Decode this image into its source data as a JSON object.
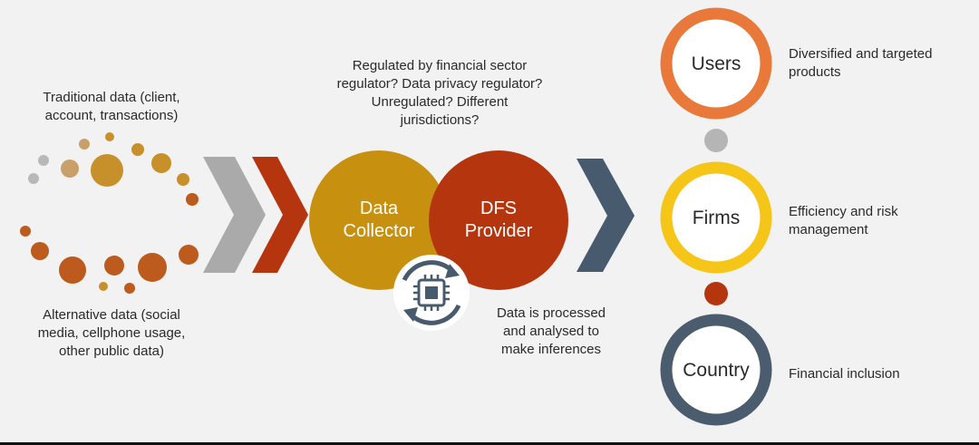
{
  "labels": {
    "traditional_data": "Traditional data (client,\naccount, transactions)",
    "alternative_data": "Alternative data (social\nmedia, cellphone usage,\nother public data)",
    "regulation_question": "Regulated by financial sector\nregulator? Data privacy regulator?\nUnregulated? Different\njurisdictions?",
    "processing": "Data is processed\nand analysed to\nmake inferences"
  },
  "center_circles": {
    "collector": {
      "line1": "Data",
      "line2": "Collector",
      "color": "#c8900f"
    },
    "provider": {
      "line1": "DFS",
      "line2": "Provider",
      "color": "#b5350f"
    }
  },
  "outcomes": [
    {
      "ring_label": "Users",
      "description": "Diversified and targeted\nproducts",
      "color": "#e8793a"
    },
    {
      "ring_label": "Firms",
      "description": "Efficiency and risk\nmanagement",
      "color": "#f5c518"
    },
    {
      "ring_label": "Country",
      "description": "Financial inclusion",
      "color": "#4a5c6e"
    }
  ],
  "connector_colors": [
    "#b5b5b5",
    "#b5350f"
  ],
  "chevron_colors": [
    "#aaaaaa",
    "#b5350f",
    "#475a6e"
  ],
  "dot_colors": [
    "#c8902a",
    "#bd5a1e",
    "#b8b8b8",
    "#c9a06a"
  ],
  "icons": [
    "cpu-cycle-icon"
  ]
}
